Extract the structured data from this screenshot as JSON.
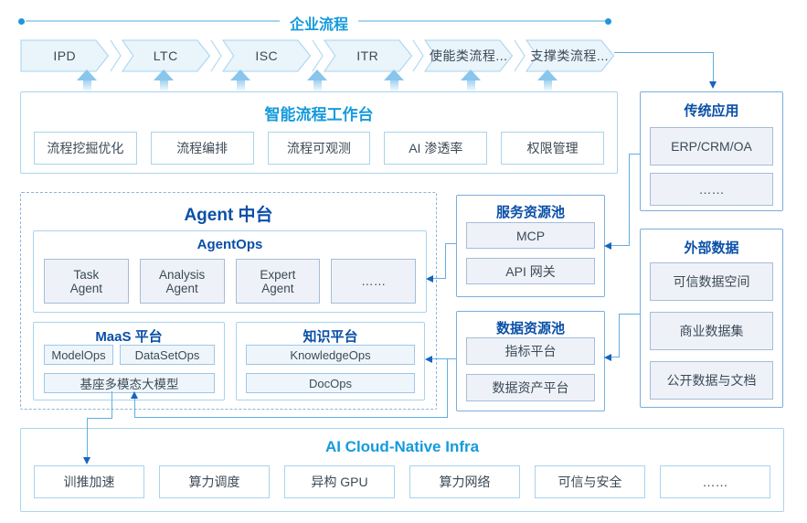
{
  "top_process": {
    "label": "企业流程",
    "chevrons": [
      "IPD",
      "LTC",
      "ISC",
      "ITR",
      "使能类流程...",
      "支撑类流程..."
    ]
  },
  "workbench": {
    "title": "智能流程工作台",
    "items": [
      "流程挖掘优化",
      "流程编排",
      "流程可观测",
      "AI 渗透率",
      "权限管理"
    ]
  },
  "legacy_apps": {
    "title": "传统应用",
    "items": [
      "ERP/CRM/OA",
      "……"
    ]
  },
  "external_data": {
    "title": "外部数据",
    "items": [
      "可信数据空间",
      "商业数据集",
      "公开数据与文档"
    ]
  },
  "service_pool": {
    "title": "服务资源池",
    "items": [
      "MCP",
      "API 网关"
    ]
  },
  "data_pool": {
    "title": "数据资源池",
    "items": [
      "指标平台",
      "数据资产平台"
    ]
  },
  "agent_platform": {
    "title": "Agent 中台",
    "agentops": {
      "title": "AgentOps",
      "items": [
        "Task Agent",
        "Analysis Agent",
        "Expert Agent",
        "……"
      ]
    },
    "maas": {
      "title": "MaaS 平台",
      "ops": [
        "ModelOps",
        "DataSetOps"
      ],
      "base_model": "基座多模态大模型"
    },
    "knowledge": {
      "title": "知识平台",
      "items": [
        "KnowledgeOps",
        "DocOps"
      ]
    }
  },
  "infra": {
    "title": "AI Cloud-Native Infra",
    "items": [
      "训推加速",
      "算力调度",
      "异构 GPU",
      "算力网络",
      "可信与安全",
      "……"
    ]
  },
  "colors": {
    "title_azure": "#149adc",
    "title_navy": "#0a4fa8",
    "line_blue": "#63ade0",
    "arrowhead_blue": "#1565c0",
    "chevron_fill": "#e9f4fb",
    "border_light": "#a8d4ee"
  }
}
